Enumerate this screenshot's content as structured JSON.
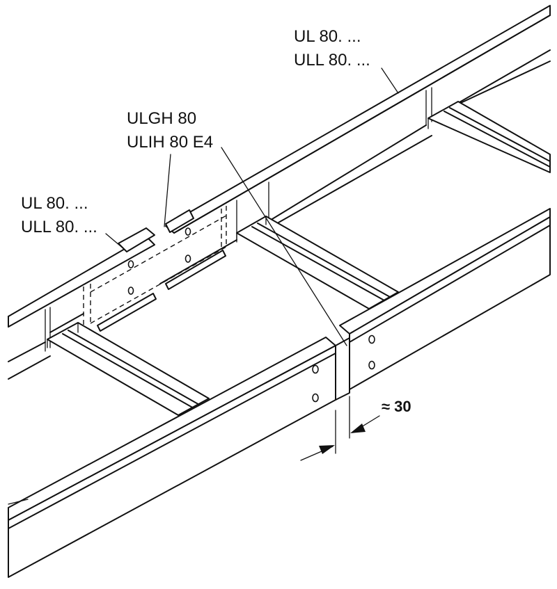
{
  "labels": {
    "top_right_line1": "UL 80. ...",
    "top_right_line2": "ULL 80. ...",
    "connector_line1": "ULGH 80",
    "connector_line2": "ULIH 80 E4",
    "left_line1": "UL 80. ...",
    "left_line2": "ULL 80. ..."
  },
  "dimension": {
    "gap_label": "≈ 30"
  }
}
